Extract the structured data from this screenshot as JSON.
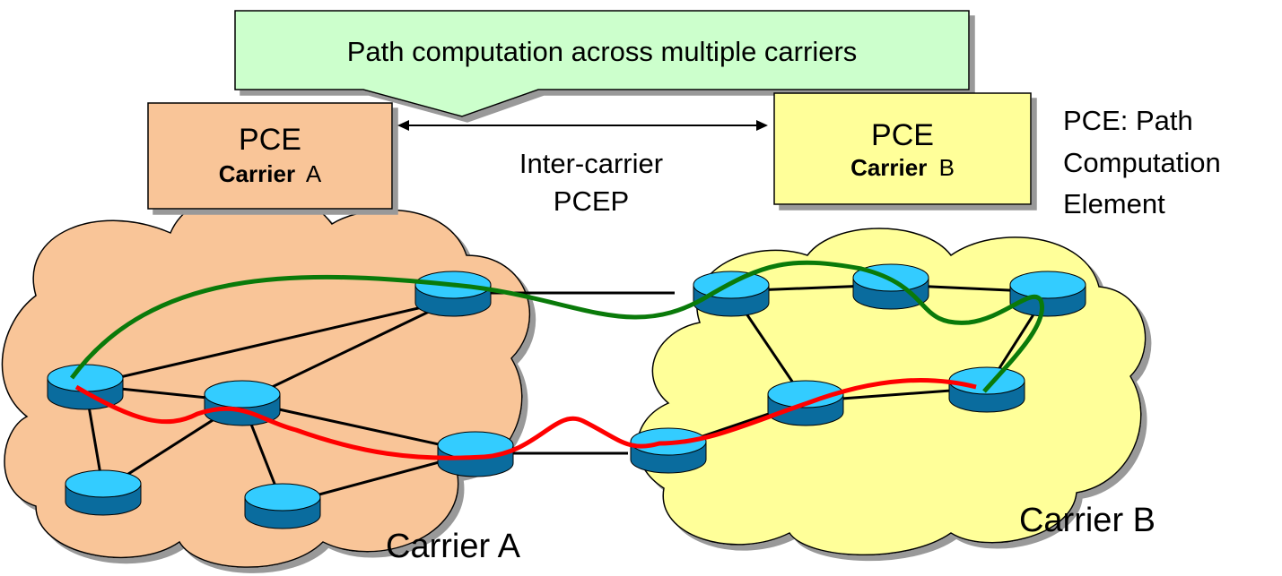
{
  "callout": {
    "text": "Path computation across multiple carriers"
  },
  "pce_a": {
    "title": "PCE",
    "carrier_bold": "Carrier",
    "carrier_letter": "A"
  },
  "pce_b": {
    "title": "PCE",
    "carrier_bold": "Carrier",
    "carrier_letter": "B"
  },
  "protocol_label": {
    "line1": "Inter-carrier",
    "line2": "PCEP"
  },
  "definition": {
    "line1": "PCE: Path",
    "line2": "Computation",
    "line3": "Element"
  },
  "network_a": {
    "label": "Carrier A"
  },
  "network_b": {
    "label": "Carrier B"
  },
  "colors": {
    "callout_fill": "#ccffcc",
    "pce_a_fill": "#f9c598",
    "pce_b_fill": "#ffff99",
    "cloud_a_fill": "#f9c598",
    "cloud_b_fill": "#ffff99",
    "router_top": "#33ccff",
    "router_side": "#0a6c9e",
    "path_green": "#0a7a0a",
    "path_red": "#ff0000"
  }
}
